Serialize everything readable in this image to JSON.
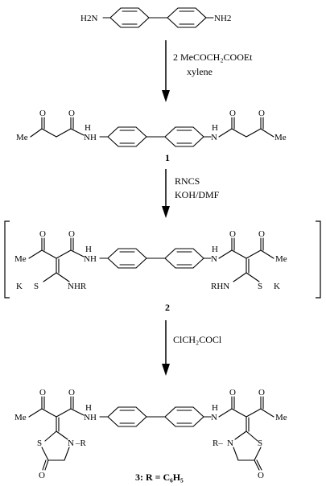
{
  "labels": {
    "h2n": "H2N",
    "nh2": "NH2",
    "O": "O",
    "H": "H",
    "N": "N",
    "NH": "N",
    "HN": "HN",
    "NH_bare": "NH",
    "Me": "Me",
    "K": "K",
    "S": "S",
    "NHR": "NHR",
    "RHN": "RHN",
    "R_dash": "–R",
    "R_left": "R–",
    "O_ring": "O"
  },
  "conditions": {
    "step1_line1": "2 MeCOCH₂COOEt",
    "step1_line2": "xylene",
    "step2_line1": "RNCS",
    "step2_line2": "KOH/DMF",
    "step3_line1": "ClCH₂COCl"
  },
  "compounds": {
    "c1": "1",
    "c2": "2",
    "c3": "3: R = C₆H₅"
  }
}
